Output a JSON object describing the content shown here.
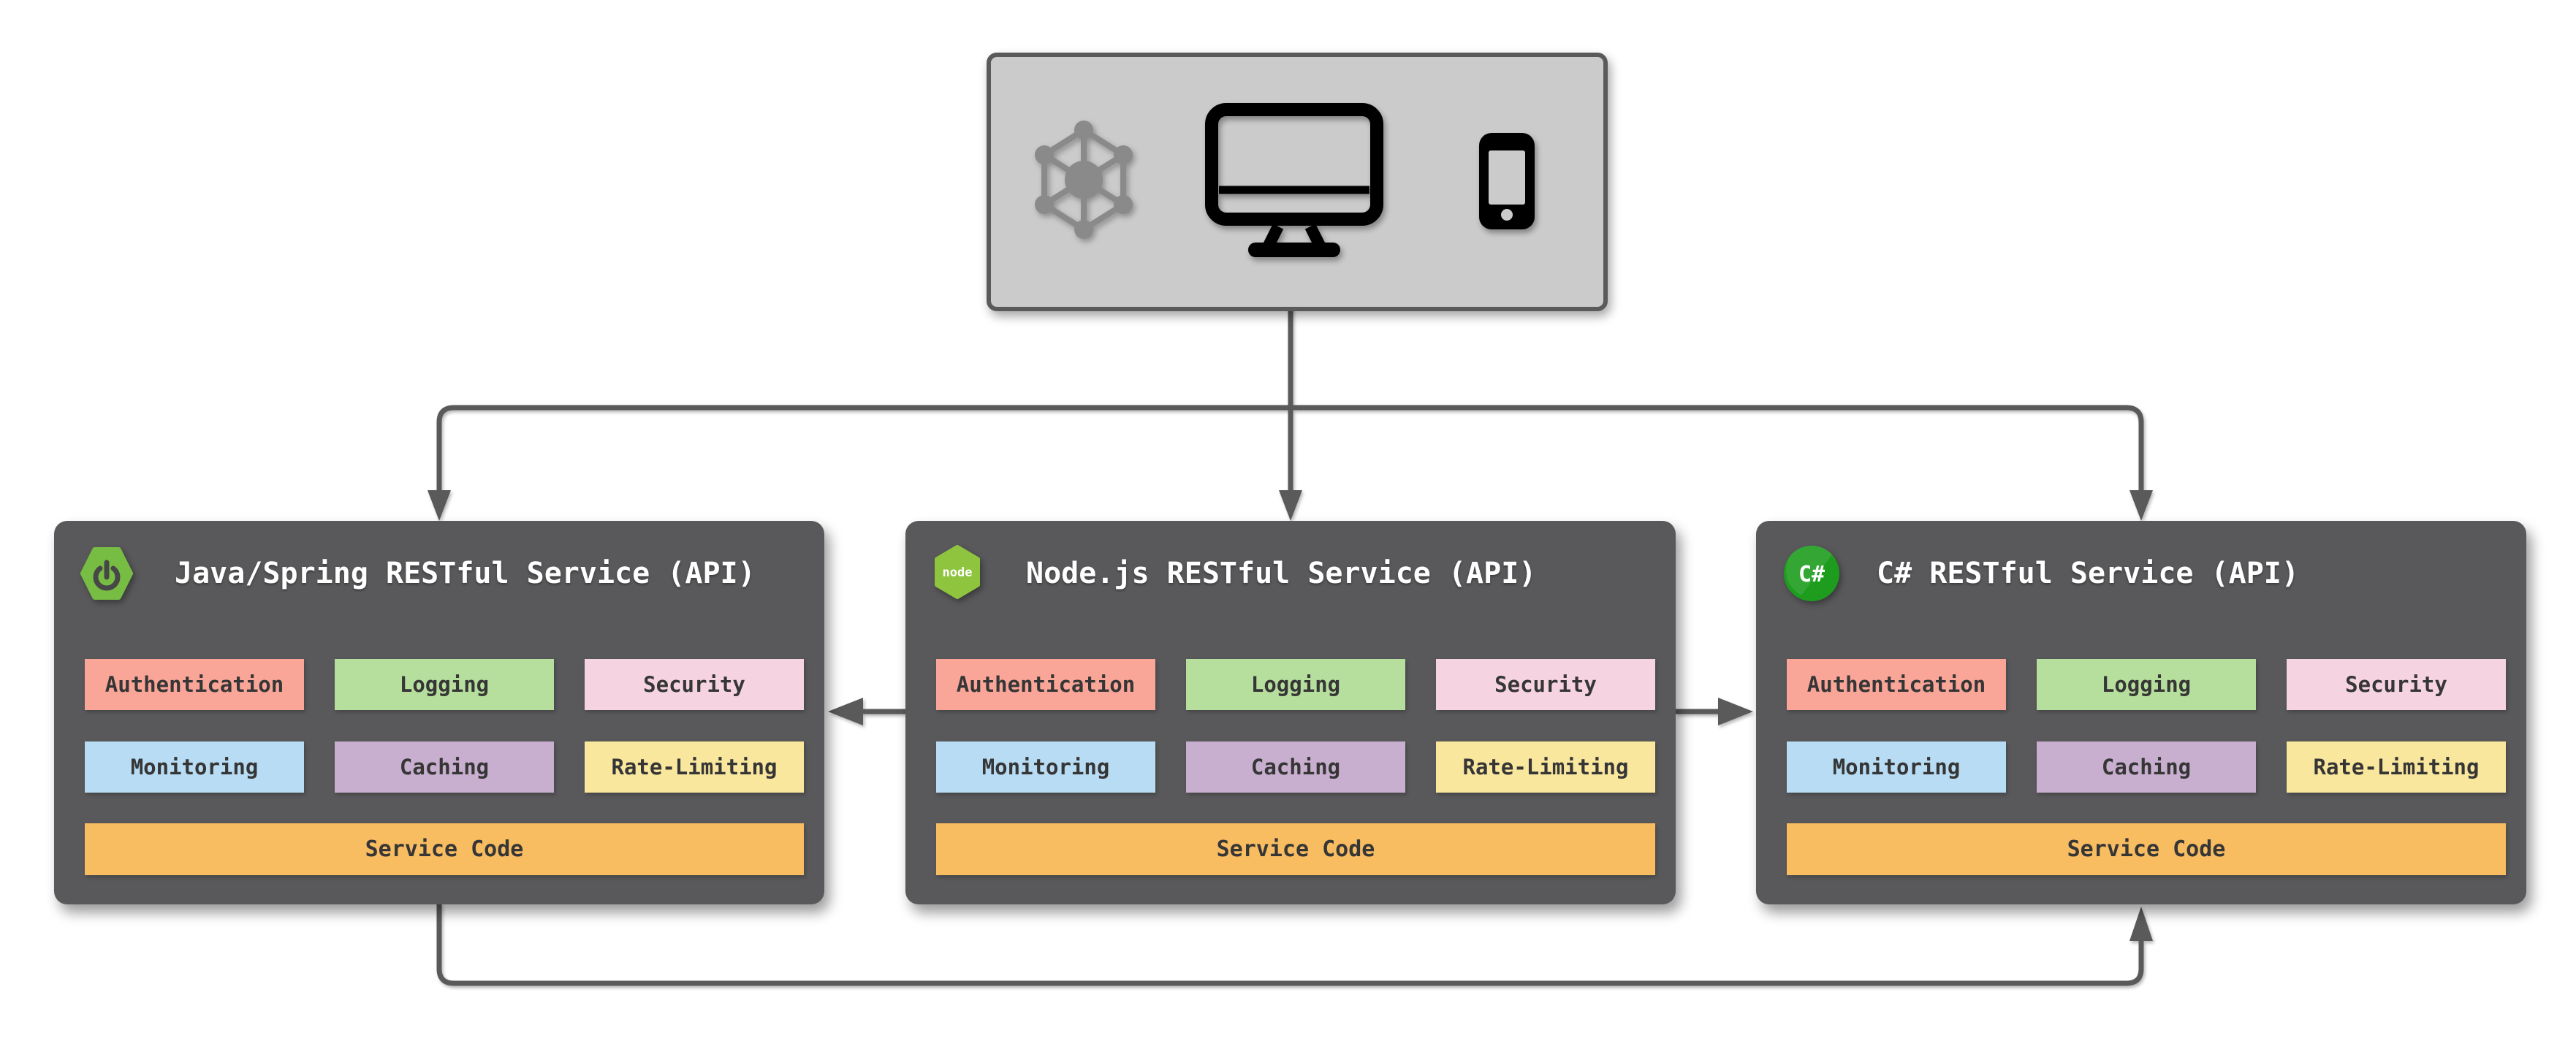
{
  "colors": {
    "background": "#ffffff",
    "connector": "#5a5a5a",
    "service_box": "#59595b",
    "client_box_fill": "#cbcbcb",
    "client_box_border": "#5a5a5a",
    "title_text": "#ffffff",
    "chip_text": "#363636"
  },
  "client_box": {
    "icons": [
      {
        "name": "network-icon",
        "color": "#8a8a8a"
      },
      {
        "name": "desktop-icon",
        "color": "#000000"
      },
      {
        "name": "mobile-icon",
        "color": "#000000"
      }
    ]
  },
  "services": [
    {
      "title": "Java/Spring RESTful Service (API)",
      "icon": {
        "name": "spring-boot-icon",
        "color": "#77bc43",
        "glyph_color": "#474747"
      },
      "chips": [
        {
          "label": "Authentication",
          "color": "#f9a699"
        },
        {
          "label": "Logging",
          "color": "#b6df9e"
        },
        {
          "label": "Security",
          "color": "#f6d3e0"
        },
        {
          "label": "Monitoring",
          "color": "#b7dcf4"
        },
        {
          "label": "Caching",
          "color": "#c8afd0"
        },
        {
          "label": "Rate-Limiting",
          "color": "#fae79e"
        }
      ],
      "service_code": {
        "label": "Service Code",
        "color": "#f8bc61"
      }
    },
    {
      "title": "Node.js RESTful Service (API)",
      "icon": {
        "name": "nodejs-icon",
        "color": "#8fc43f",
        "text": "node"
      },
      "chips": [
        {
          "label": "Authentication",
          "color": "#f9a699"
        },
        {
          "label": "Logging",
          "color": "#b6df9e"
        },
        {
          "label": "Security",
          "color": "#f6d3e0"
        },
        {
          "label": "Monitoring",
          "color": "#b7dcf4"
        },
        {
          "label": "Caching",
          "color": "#c8afd0"
        },
        {
          "label": "Rate-Limiting",
          "color": "#fae79e"
        }
      ],
      "service_code": {
        "label": "Service Code",
        "color": "#f8bc61"
      }
    },
    {
      "title": "C# RESTful Service (API)",
      "icon": {
        "name": "csharp-icon",
        "color": "#1e9c1e",
        "text": "C#"
      },
      "chips": [
        {
          "label": "Authentication",
          "color": "#f9a699"
        },
        {
          "label": "Logging",
          "color": "#b6df9e"
        },
        {
          "label": "Security",
          "color": "#f6d3e0"
        },
        {
          "label": "Monitoring",
          "color": "#b7dcf4"
        },
        {
          "label": "Caching",
          "color": "#c8afd0"
        },
        {
          "label": "Rate-Limiting",
          "color": "#fae79e"
        }
      ],
      "service_code": {
        "label": "Service Code",
        "color": "#f8bc61"
      }
    }
  ]
}
